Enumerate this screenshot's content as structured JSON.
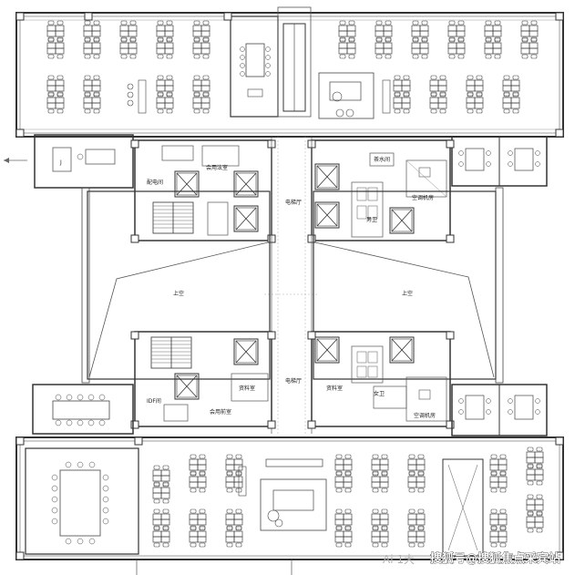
{
  "plan": {
    "rooms": {
      "tea_room": "茶水间",
      "meeting_room_ne": "会用法室",
      "distribution_room": "配电间",
      "elevator_hall_n": "电梯厅",
      "aircon_room_n": "空调机房",
      "male_toilet": "男卫",
      "atrium_left": "上空",
      "atrium_right": "上空",
      "idf_room": "IDF间",
      "archive_left": "资料室",
      "archive_right": "资料室",
      "elevator_hall_s": "电梯厅",
      "female_toilet": "女卫",
      "aircon_room_s": "空调机房",
      "meeting_room_sw": "会用前室"
    }
  },
  "watermark": {
    "brand_small": "Ai 1大",
    "text": "搜狐号@搜狐焦点采宾站"
  },
  "colors": {
    "line": "#333333",
    "wall": "#555555",
    "hatch": "#9a9a9a"
  }
}
